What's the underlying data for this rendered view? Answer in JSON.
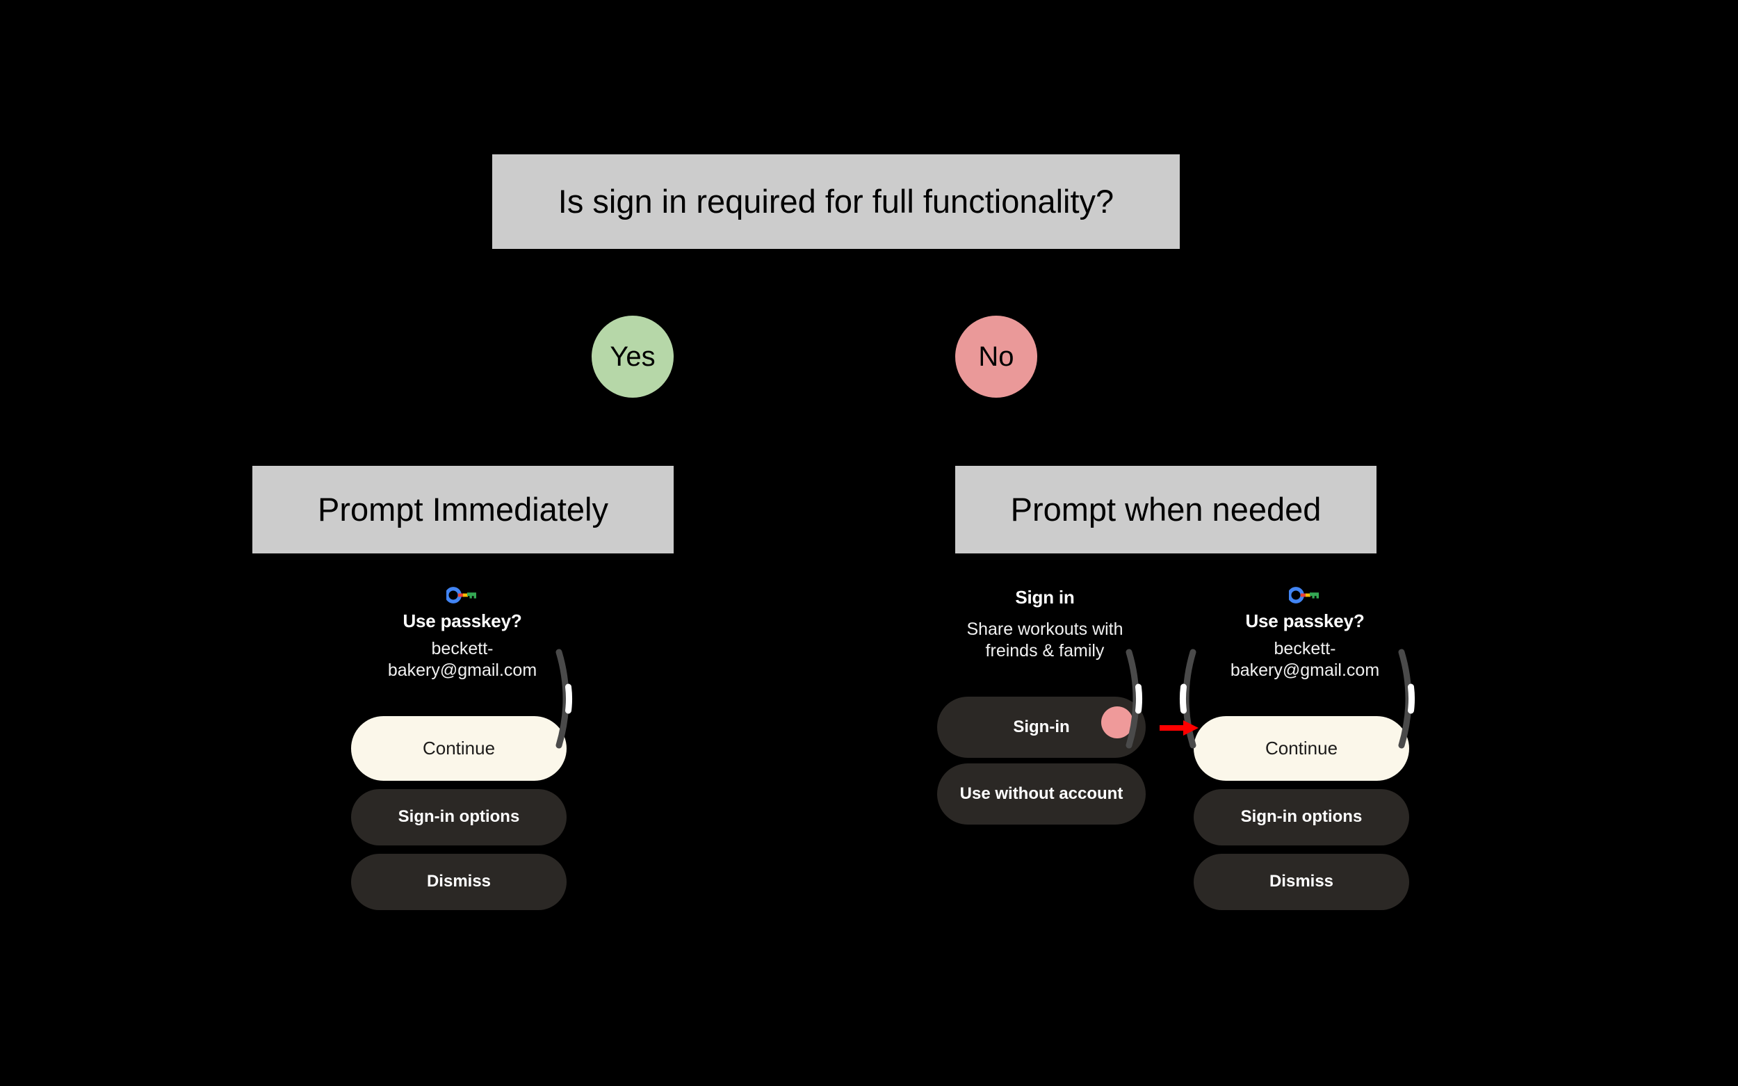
{
  "diagram": {
    "type": "flowchart",
    "background_color": "#000000",
    "box_fill": "#cccccc",
    "decision": {
      "label": "Is sign in required for full functionality?"
    },
    "branches": [
      {
        "answer_label": "Yes",
        "answer_color": "#b6d7a8",
        "outcome_label": "Prompt Immediately"
      },
      {
        "answer_label": "No",
        "answer_color": "#ea9999",
        "outcome_label": "Prompt when needed"
      }
    ]
  },
  "annotation": {
    "arrow_color": "#ff0000",
    "arrow_name": "red-pointer-arrow"
  },
  "watch_left": {
    "icon": "google-passkey-icon",
    "title": "Use passkey?",
    "subtitle": "beckett-bakery@gmail.com",
    "buttons": [
      {
        "label": "Continue",
        "style": "cream"
      },
      {
        "label": "Sign-in options",
        "style": "dark"
      },
      {
        "label": "Dismiss",
        "style": "dark"
      }
    ],
    "scroll_indicator": "right-edge-arc"
  },
  "watch_mid": {
    "title": "Sign in",
    "subtitle": "Share workouts with freinds & family",
    "buttons": [
      {
        "label": "Sign-in",
        "style": "dark",
        "accent_dot_color": "#ef9a9a"
      },
      {
        "label": "Use without account",
        "style": "dark"
      }
    ],
    "scroll_indicator": "right-edge-arc"
  },
  "watch_right": {
    "icon": "google-passkey-icon",
    "title": "Use passkey?",
    "subtitle": "beckett-bakery@gmail.com",
    "buttons": [
      {
        "label": "Continue",
        "style": "cream"
      },
      {
        "label": "Sign-in options",
        "style": "dark"
      },
      {
        "label": "Dismiss",
        "style": "dark"
      }
    ],
    "scroll_indicator": "both-edge-arcs"
  },
  "palette": {
    "black": "#000000",
    "gray_box": "#cccccc",
    "green": "#b6d7a8",
    "pink": "#ea9999",
    "cream_button": "#fbf7ea",
    "dark_button": "#2b2825",
    "red": "#ff0000"
  }
}
